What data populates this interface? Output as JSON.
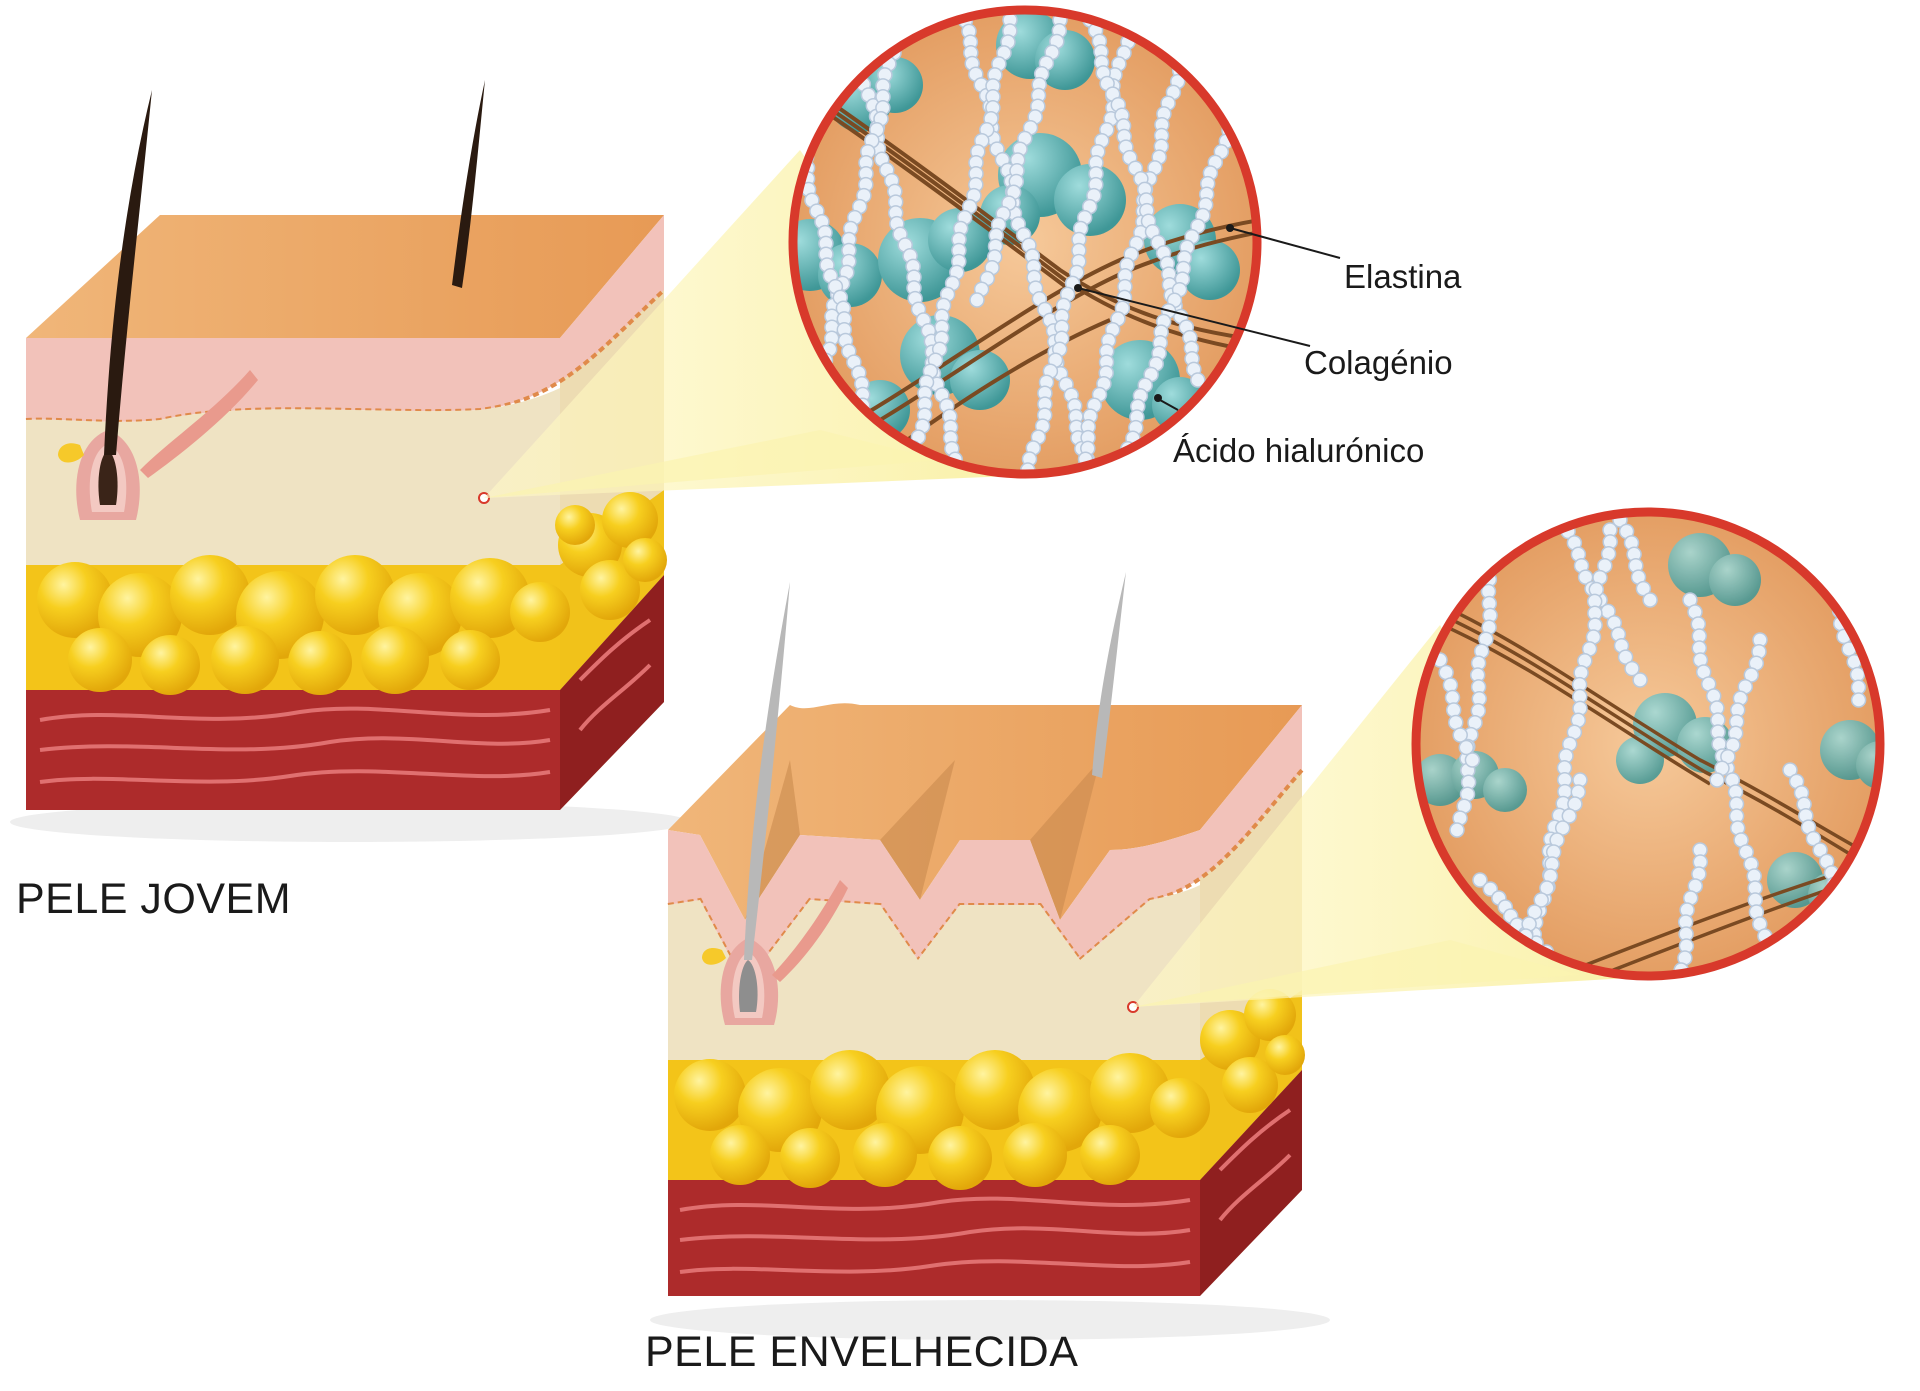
{
  "captions": {
    "young": "PELE JOVEM",
    "aged": "PELE ENVELHECIDA"
  },
  "labels": {
    "elastin": "Elastina",
    "collagen": "Colagénio",
    "hyaluronic": "Ácido hialurónico"
  },
  "colors": {
    "skin_top": "#e8a66a",
    "epidermis": "#f2c4bc",
    "dermis": "#f1e6c6",
    "fat": "#f5c518",
    "muscle": "#a82a2a",
    "circle_border": "#d8392b",
    "zoom_cone": "#fbf2a8",
    "collagen_fiber": "#8a5a2e",
    "elastin_bead": "#dfe9f5",
    "hyaluronic": "#5ab0b0"
  }
}
